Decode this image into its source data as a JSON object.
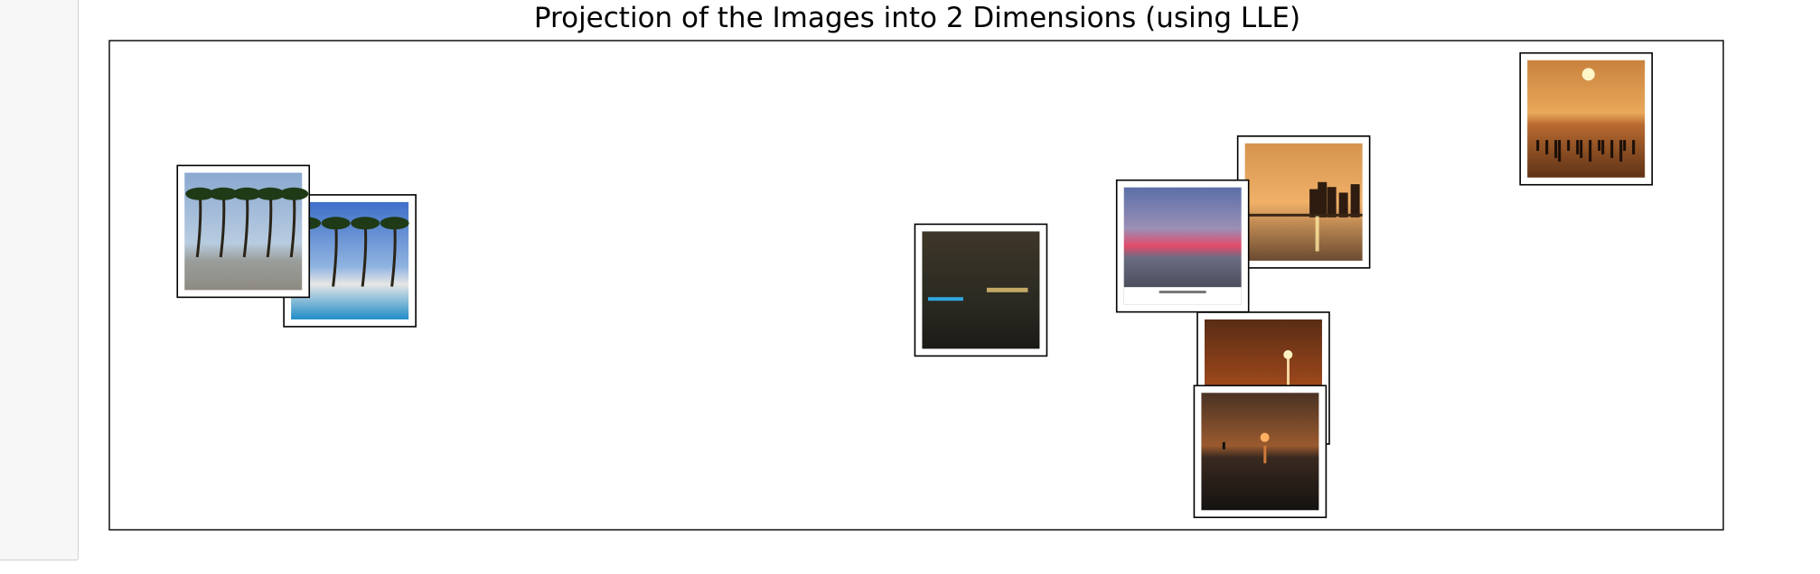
{
  "chart_data": {
    "type": "scatter",
    "title": "Projection of the Images into 2 Dimensions (using LLE)",
    "xlabel": "",
    "ylabel": "",
    "axis_ticks": "none",
    "grid": false,
    "xlim": [
      0,
      100
    ],
    "ylim": [
      0,
      100
    ],
    "points": [
      {
        "name": "thumbnail-sunset-beach-crowd",
        "scene": "sunset-crowd",
        "x": 91.5,
        "y": 84
      },
      {
        "name": "thumbnail-city-skyline-sunset",
        "scene": "skyline",
        "x": 74,
        "y": 67
      },
      {
        "name": "thumbnail-stormy-sea-sunset",
        "scene": "stormy",
        "x": 66.5,
        "y": 58
      },
      {
        "name": "thumbnail-night-beach-lights",
        "scene": "night-glow",
        "x": 54,
        "y": 49
      },
      {
        "name": "thumbnail-orange-streetlight",
        "scene": "orange-light",
        "x": 71.5,
        "y": 31
      },
      {
        "name": "thumbnail-dark-beach-sunset",
        "scene": "dark-sunset",
        "x": 71.3,
        "y": 16
      },
      {
        "name": "thumbnail-palm-pool",
        "scene": "palm-pool",
        "x": 14.9,
        "y": 55
      },
      {
        "name": "thumbnail-palm-beach",
        "scene": "palm-beach",
        "x": 8.3,
        "y": 61
      }
    ]
  }
}
